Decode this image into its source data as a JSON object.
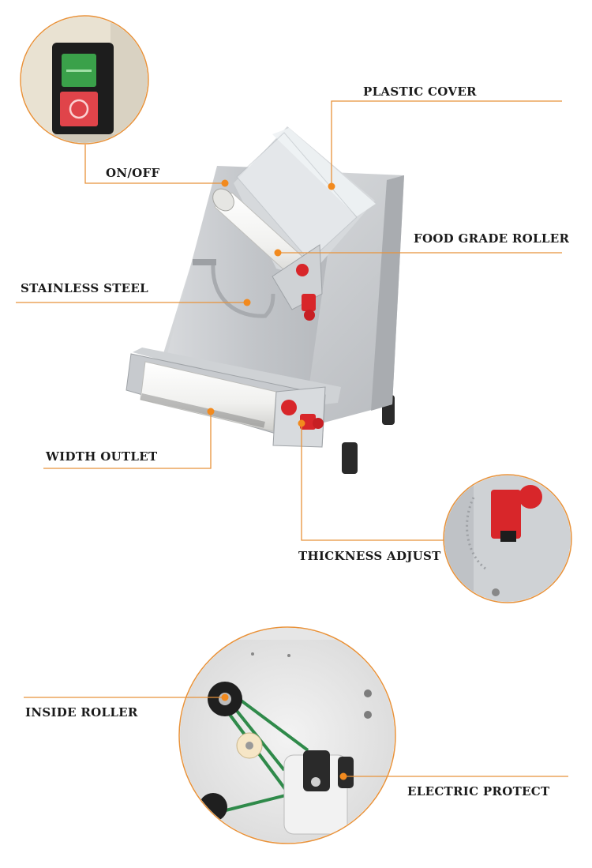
{
  "labels": {
    "on_off": "ON/OFF",
    "plastic_cover": "PLASTIC COVER",
    "food_grade_roller": "FOOD GRADE ROLLER",
    "stainless_steel": "STAINLESS STEEL",
    "width_outlet": "WIDTH OUTLET",
    "thickness_adjust": "THICKNESS ADJUST",
    "inside_roller": "INSIDE ROLLER",
    "electric_protect": "ELECTRIC PROTECT"
  },
  "colors": {
    "leader_line": "#e8923a",
    "marker_dot": "#f28a1e",
    "steel": "#c9ccd0",
    "switch_on": "#3aa14a",
    "switch_off": "#e0444a",
    "adjust_knob": "#d8262a",
    "belt": "#2f8a4a"
  },
  "icons": [
    "power-switch-icon",
    "adjust-knob-icon",
    "pulley-icon",
    "motor-icon"
  ]
}
